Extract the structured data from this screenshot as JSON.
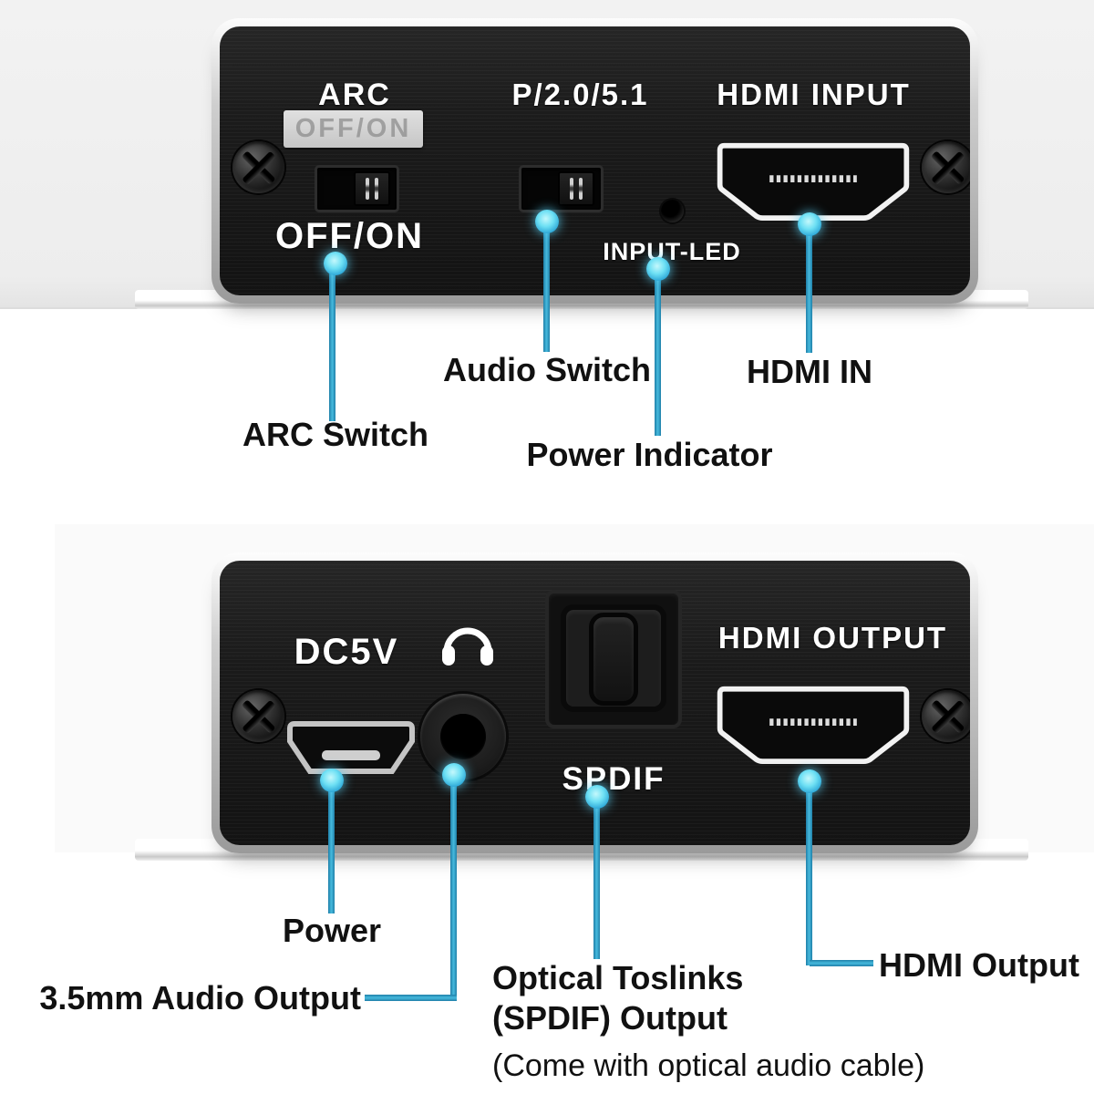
{
  "front_panel": {
    "arc": "ARC",
    "sticker": "OFF/ON",
    "off_on": "OFF/ON",
    "mode": "P/2.0/5.1",
    "hdmi_input": "HDMI INPUT",
    "input_led": "INPUT-LED"
  },
  "front_callouts": {
    "arc_switch": "ARC Switch",
    "audio_switch": "Audio Switch",
    "power_indicator": "Power Indicator",
    "hdmi_in": "HDMI IN"
  },
  "rear_panel": {
    "dc5v": "DC5V",
    "spdif": "SPDIF",
    "hdmi_output": "HDMI OUTPUT"
  },
  "rear_callouts": {
    "power": "Power",
    "audio_35mm": "3.5mm Audio Output",
    "optical_line1": "Optical Toslinks",
    "optical_line2": "(SPDIF) Output",
    "optical_note": "(Come with optical audio cable)",
    "hdmi_output": "HDMI Output"
  },
  "colors": {
    "callout_line": "#2f9cc4",
    "callout_dot": "#6ee0f4",
    "panel_body": "#1a1a1a",
    "panel_frame": "#d9d9d9",
    "panel_text": "#ffffff",
    "label_text": "#111111"
  }
}
